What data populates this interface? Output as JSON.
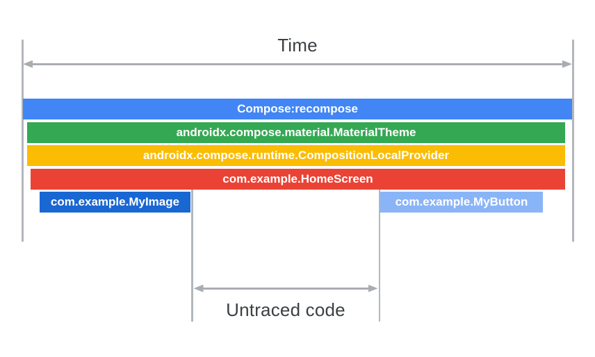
{
  "diagram": {
    "time_label": "Time",
    "untraced_label": "Untraced code",
    "colors": {
      "label_text": "#3C4043",
      "bar_text": "#FFFFFF",
      "guide_line": "#B3B7BC",
      "arrow": "#A9ADB2"
    },
    "bars": [
      {
        "name": "compose-recompose",
        "label": "Compose:recompose",
        "color": "#4285F4"
      },
      {
        "name": "material-theme",
        "label": "androidx.compose.material.MaterialTheme",
        "color": "#34A853"
      },
      {
        "name": "composition-local-provider",
        "label": "androidx.compose.runtime.CompositionLocalProvider",
        "color": "#FBBC04"
      },
      {
        "name": "home-screen",
        "label": "com.example.HomeScreen",
        "color": "#EA4335"
      },
      {
        "name": "my-image",
        "label": "com.example.MyImage",
        "color": "#1967D2"
      },
      {
        "name": "my-button",
        "label": "com.example.MyButton",
        "color": "#8AB4F8"
      }
    ]
  }
}
